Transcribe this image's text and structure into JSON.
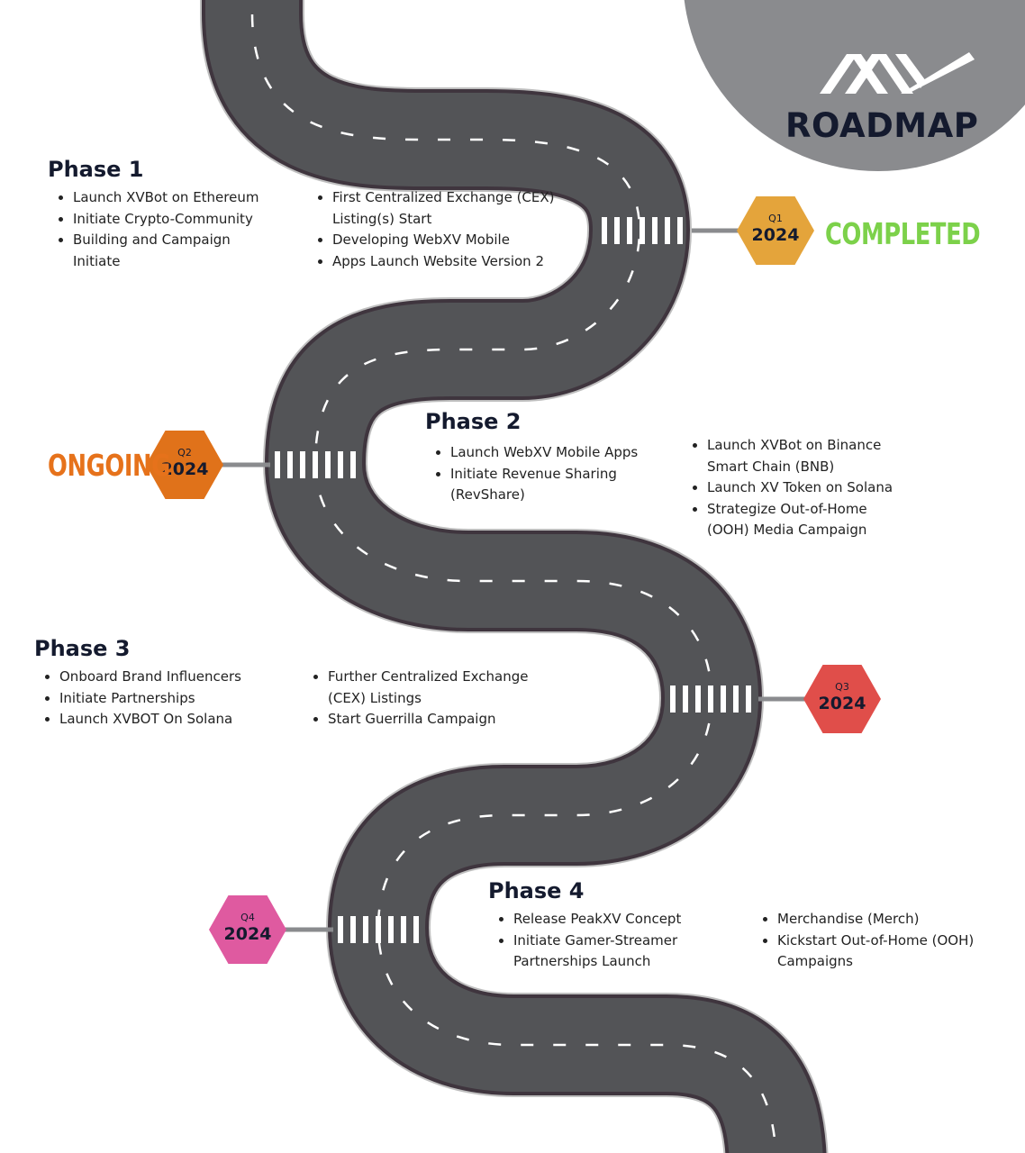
{
  "title": "ROADMAP",
  "colors": {
    "road": "#545558",
    "road_edge": "#3f353e",
    "circle": "#8a8b8e",
    "q1": "#e4a43b",
    "q2": "#e0721a",
    "q3": "#e04e4a",
    "q4": "#df5aa0",
    "completed": "#7cd14a",
    "ongoing": "#e6721b"
  },
  "logo_icon": "xv-logo-icon",
  "milestones": [
    {
      "quarter": "Q1",
      "year": "2024",
      "status": "COMPLETED"
    },
    {
      "quarter": "Q2",
      "year": "2024",
      "status": "ONGOING"
    },
    {
      "quarter": "Q3",
      "year": "2024"
    },
    {
      "quarter": "Q4",
      "year": "2024"
    }
  ],
  "phases": [
    {
      "title": "Phase 1",
      "col1": [
        "Launch XVBot on Ethereum",
        "Initiate Crypto-Community",
        "Building and Campaign Initiate"
      ],
      "col2": [
        "First Centralized Exchange (CEX) Listing(s) Start",
        "Developing WebXV Mobile",
        "Apps Launch Website Version 2"
      ]
    },
    {
      "title": "Phase 2",
      "col1": [
        "Launch WebXV Mobile Apps",
        "Initiate Revenue Sharing (RevShare)"
      ],
      "col2": [
        "Launch XVBot on Binance Smart Chain (BNB)",
        "Launch XV Token on Solana",
        "Strategize Out-of-Home (OOH) Media Campaign"
      ]
    },
    {
      "title": "Phase 3",
      "col1": [
        "Onboard Brand Influencers",
        "Initiate Partnerships",
        "Launch XVBOT On Solana"
      ],
      "col2": [
        "Further Centralized Exchange (CEX) Listings",
        "Start Guerrilla Campaign"
      ]
    },
    {
      "title": "Phase 4",
      "col1": [
        "Release PeakXV Concept",
        "Initiate Gamer-Streamer Partnerships Launch"
      ],
      "col2": [
        "Merchandise (Merch)",
        "Kickstart Out-of-Home (OOH) Campaigns"
      ]
    }
  ]
}
